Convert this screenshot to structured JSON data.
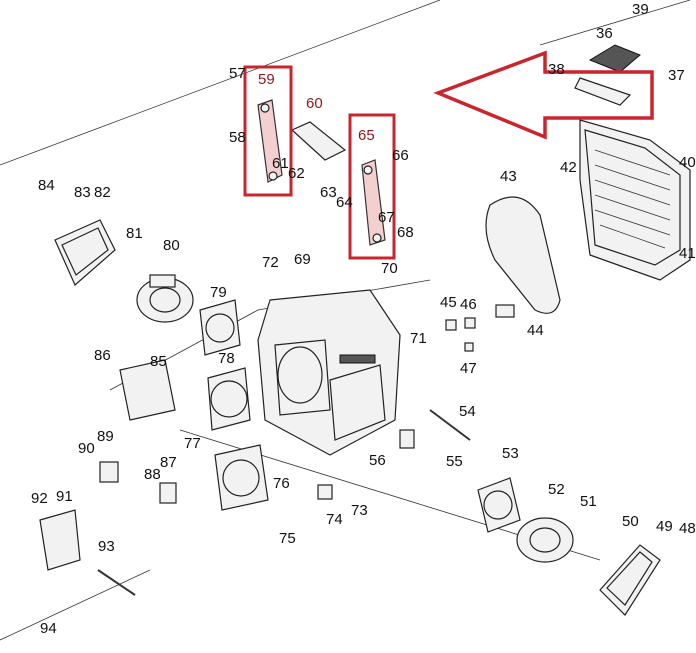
{
  "labels": {
    "l39": "39",
    "l36": "36",
    "l38": "38",
    "l37": "37",
    "l57": "57",
    "l59": "59",
    "l60": "60",
    "l65": "65",
    "l58": "58",
    "l66": "66",
    "l61": "61",
    "l62": "62",
    "l42": "42",
    "l40": "40",
    "l84": "84",
    "l83": "83",
    "l82": "82",
    "l63": "63",
    "l64": "64",
    "l67": "67",
    "l68": "68",
    "l43": "43",
    "l81": "81",
    "l80": "80",
    "l72": "72",
    "l69": "69",
    "l70": "70",
    "l41": "41",
    "l79": "79",
    "l45": "45",
    "l46": "46",
    "l44": "44",
    "l71": "71",
    "l86": "86",
    "l85": "85",
    "l78": "78",
    "l47": "47",
    "l54": "54",
    "l89": "89",
    "l90": "90",
    "l77": "77",
    "l56": "56",
    "l55": "55",
    "l53": "53",
    "l88": "88",
    "l87": "87",
    "l92": "92",
    "l91": "91",
    "l76": "76",
    "l73": "73",
    "l74": "74",
    "l52": "52",
    "l51": "51",
    "l50": "50",
    "l49": "49",
    "l48": "48",
    "l75": "75",
    "l93": "93",
    "l94": "94"
  },
  "highlight": {
    "box_color": "#c8262e",
    "arrow_color": "#c8262e",
    "highlighted_part_color": "#f3cfd0"
  }
}
